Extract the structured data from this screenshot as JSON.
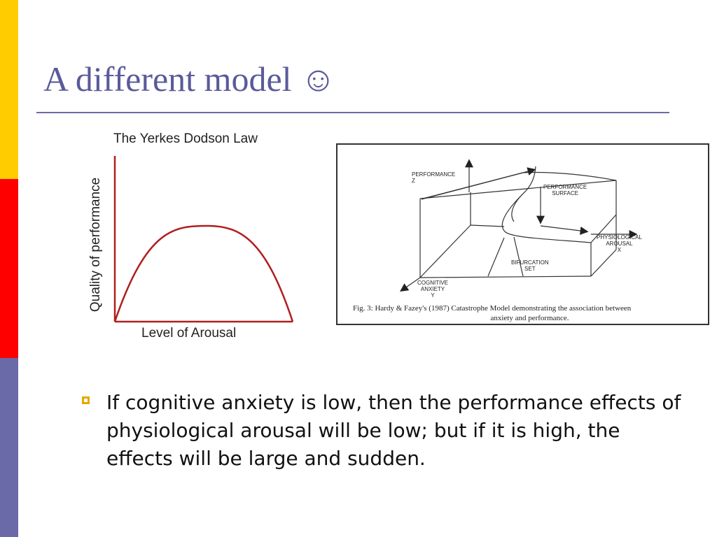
{
  "colors": {
    "stripe_top": "#ffcc00",
    "stripe_middle": "#ff0000",
    "stripe_bottom": "#6a6aa8",
    "title": "#5a5a9a",
    "curve": "#b01e1e",
    "bullet": "#e6a800"
  },
  "slide": {
    "title": "A different model",
    "title_emoji": "☺",
    "bullet": "If cognitive anxiety is low, then the performance effects of physiological arousal will be low; but if it is high, the effects will be large and sudden."
  },
  "yerkes_dodson": {
    "title": "The Yerkes Dodson Law",
    "xlabel": "Level of Arousal",
    "ylabel": "Quality of performance"
  },
  "catastrophe_figure": {
    "labels": {
      "performance": "PERFORMANCE",
      "performance_axis": "Z",
      "performance_surface_1": "PERFORMANCE",
      "performance_surface_2": "SURFACE",
      "physiological_1": "PHYSIOLOGICAL",
      "physiological_2": "AROUSAL",
      "physiological_axis": "X",
      "bifurcation_1": "BIFURCATION",
      "bifurcation_2": "SET",
      "cognitive_1": "COGNITIVE",
      "cognitive_2": "ANXIETY",
      "cognitive_axis": "Y"
    },
    "caption_line1": "Fig. 3: Hardy & Fazey's (1987) Catastrophe Model demonstrating the association between",
    "caption_line2": "anxiety and performance."
  }
}
